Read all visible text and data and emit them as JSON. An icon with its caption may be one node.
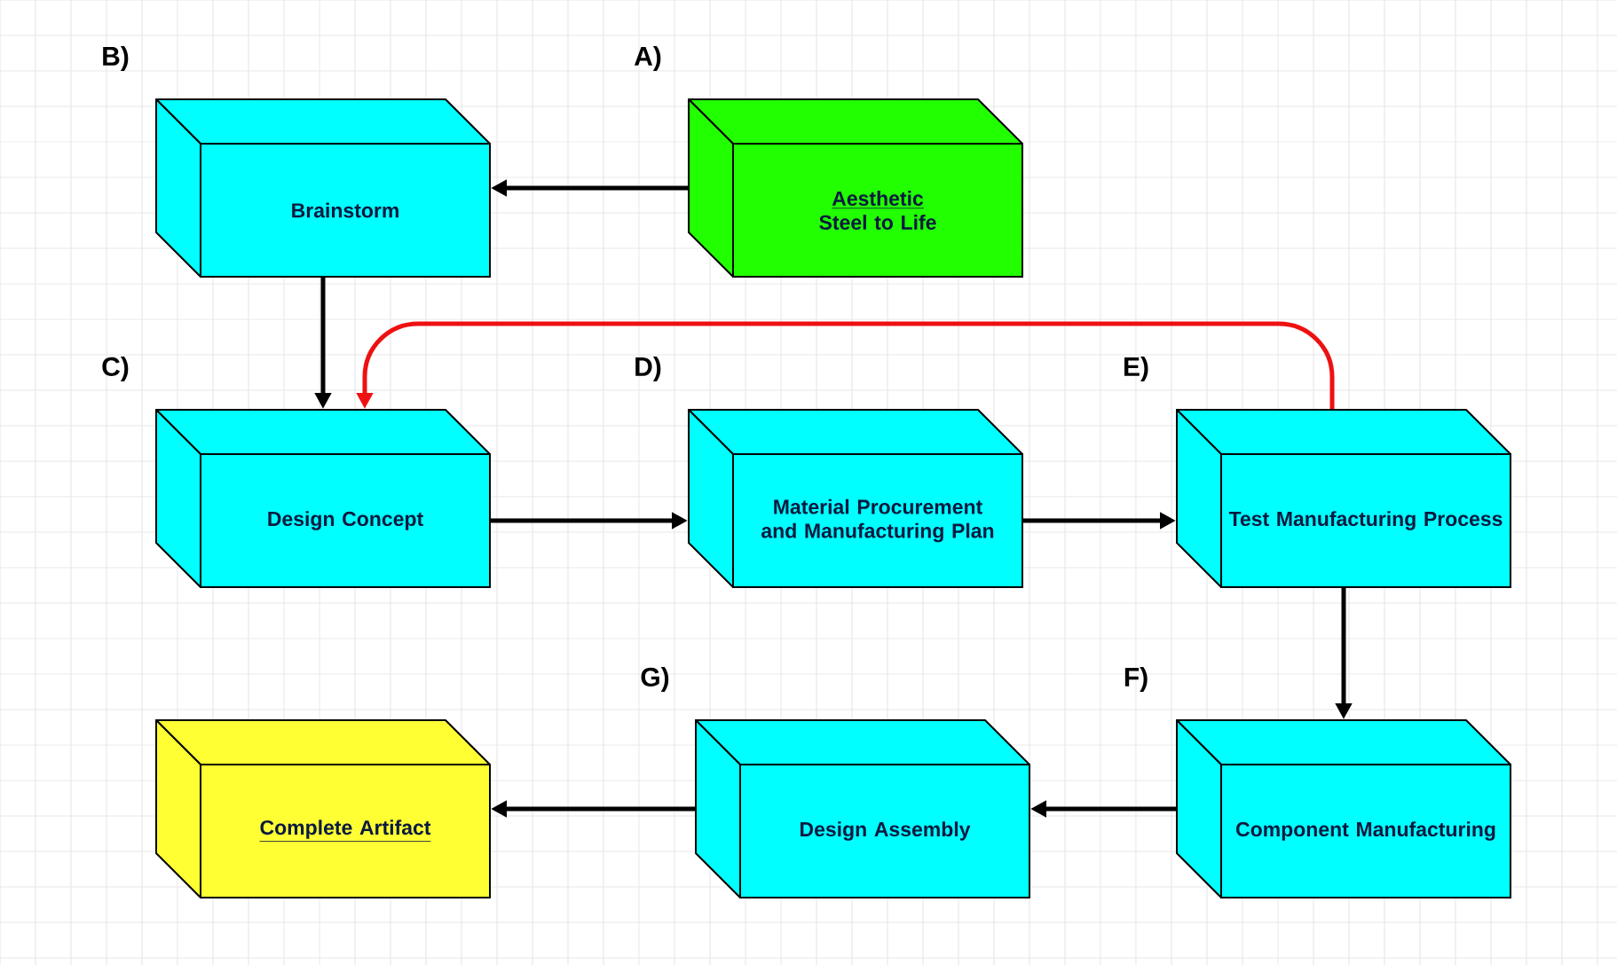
{
  "diagram": {
    "nodes": [
      {
        "text": [
          "Brainstorm"
        ],
        "beside": [
          "B)"
        ]
      },
      {
        "text": [
          "Aesthetic",
          "Steel to Life"
        ],
        "beside": [
          "A)"
        ]
      },
      {
        "text": [
          "Design Concept"
        ],
        "beside": [
          "C)"
        ]
      },
      {
        "text": [
          "Material Procurement and Manufacturing Plan"
        ],
        "beside": [
          "D)"
        ]
      },
      {
        "text": [
          "Test Manufacturing Process"
        ],
        "beside": [
          "E)"
        ]
      },
      {
        "text": [
          "Component Manufacturing"
        ],
        "beside": [
          "F)"
        ]
      },
      {
        "text": [
          "Design Assembly"
        ],
        "beside": [
          "G)"
        ]
      },
      {
        "text": [
          "Complete Artifact"
        ]
      }
    ],
    "edges": [
      {
        "from": 1,
        "to": 0,
        "arrow": "to"
      },
      {
        "from": 0,
        "to": 2,
        "arrow": "to"
      },
      {
        "from": 2,
        "to": 3,
        "arrow": "to"
      },
      {
        "from": 3,
        "to": 4,
        "arrow": "to"
      },
      {
        "from": 4,
        "to": 2,
        "arrow": "to",
        "color": "#ee1111"
      },
      {
        "from": 4,
        "to": 5,
        "arrow": "to"
      },
      {
        "from": 5,
        "to": 6,
        "arrow": "to"
      },
      {
        "from": 6,
        "to": 7,
        "arrow": "to"
      }
    ]
  }
}
